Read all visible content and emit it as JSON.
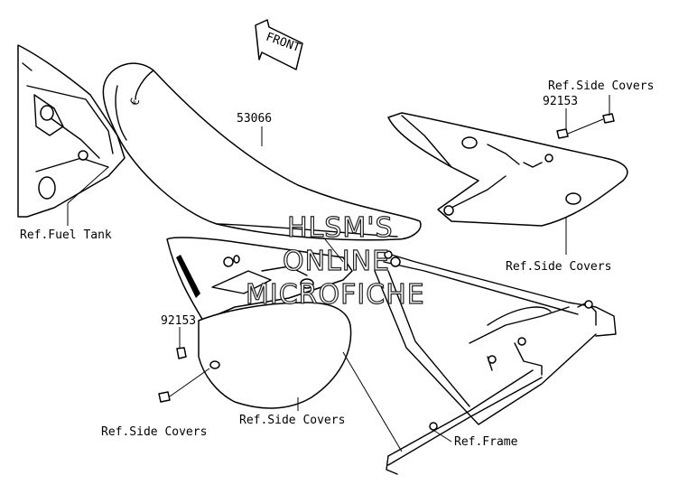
{
  "labels": {
    "front": "FRONT",
    "seat_part": "53066",
    "fuel_tank": "Ref.Fuel Tank",
    "bolt_right": "92153",
    "side_covers_top": "Ref.Side Covers",
    "side_covers_right": "Ref.Side Covers",
    "bolt_left": "92153",
    "side_covers_bottom_left": "Ref.Side Covers",
    "side_covers_bottom_mid": "Ref.Side Covers",
    "frame": "Ref.Frame"
  },
  "watermark": {
    "line1": "HLSM'S",
    "line2": "ONLINE",
    "line3": "MICROFICHE"
  }
}
